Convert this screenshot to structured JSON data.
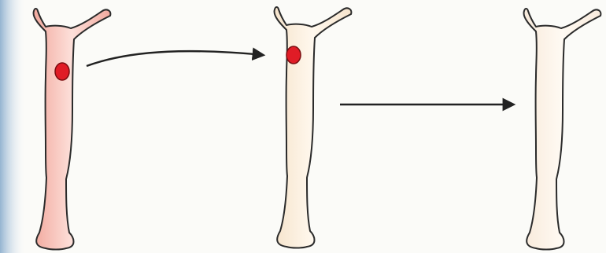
{
  "figure": {
    "background": "#fbfbf8",
    "edge_shade": "#9fb8d2",
    "outline_color": "#2b2b2b",
    "arrow_color": "#222222"
  },
  "organisms": [
    {
      "label": "",
      "body_color": "#f2a99e",
      "highlight": "#fde0da",
      "has_red_spot": true
    },
    {
      "label": "",
      "body_color": "#f6e4cc",
      "highlight": "#fff8ee",
      "has_red_spot": true
    },
    {
      "label": "",
      "body_color": "#f8eadb",
      "highlight": "#fffaf3",
      "has_red_spot": false
    }
  ],
  "red_spot": {
    "color": "#e01c26",
    "edge": "#7a0d10"
  },
  "arrows": [
    {
      "from": 1,
      "to": 2,
      "style": "curved"
    },
    {
      "from": 2,
      "to": 3,
      "style": "straight"
    }
  ]
}
